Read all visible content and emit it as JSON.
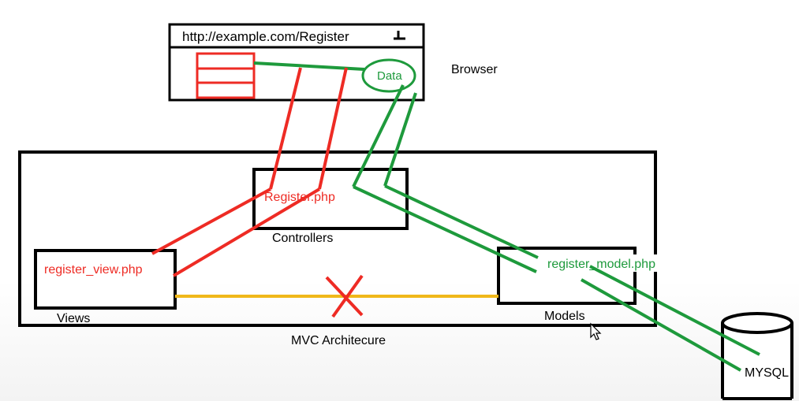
{
  "browser": {
    "url": "http://example.com/Register",
    "label": "Browser",
    "data_bubble": "Data"
  },
  "architecture": {
    "title": "MVC Architecure",
    "controllers": {
      "label": "Controllers",
      "file": "Register.php"
    },
    "views": {
      "label": "Views",
      "file": "register_view.php"
    },
    "models": {
      "label": "Models",
      "file": "register_model.php"
    }
  },
  "database": {
    "label": "MYSQL"
  },
  "colors": {
    "outline": "#000000",
    "view_flow": "#ee2b24",
    "data_flow": "#1e9a3c",
    "blocked_link": "#f0b81a"
  }
}
